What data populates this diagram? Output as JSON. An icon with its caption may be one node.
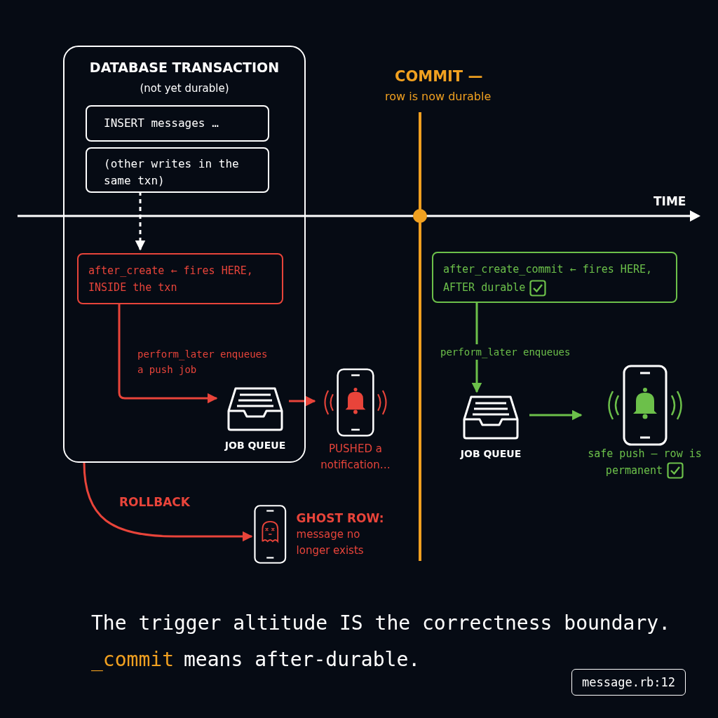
{
  "diagram": {
    "nodes": [
      {
        "text": [
          "DATABASE TRANSACTION",
          "(not yet durable)"
        ]
      },
      {
        "text": [
          "INSERT messages …"
        ],
        "in": 0
      },
      {
        "text": [
          "(other writes in the same txn)"
        ],
        "in": 0
      },
      {
        "text": [
          "after_create ← fires HERE, INSIDE the txn"
        ],
        "in": 0
      },
      {
        "text": [
          "JOB QUEUE"
        ],
        "in": 0
      },
      {
        "text": [
          "PUSHED a notification…"
        ]
      },
      {
        "text": [
          "GHOST ROW:",
          "message no longer exists"
        ]
      },
      {
        "text": [
          "after_create_commit ← fires HERE, AFTER durable"
        ]
      },
      {
        "text": [
          "JOB QUEUE"
        ]
      },
      {
        "text": [
          "safe push — row is permanent"
        ]
      }
    ],
    "edges": [
      {
        "from": 2,
        "to": 3,
        "arrow": "to",
        "style": "dashed",
        "color": "#ffffff"
      },
      {
        "from": 3,
        "to": 4,
        "arrow": "to",
        "label": "perform_later enqueues a push job",
        "color": "#e8443a"
      },
      {
        "from": 4,
        "to": 5,
        "arrow": "to",
        "color": "#e8443a"
      },
      {
        "from": 0,
        "to": 6,
        "arrow": "to",
        "label": "ROLLBACK",
        "color": "#e8443a"
      },
      {
        "from": 7,
        "to": 8,
        "arrow": "to",
        "label": "perform_later enqueues",
        "color": "#6cc04a"
      },
      {
        "from": 8,
        "to": 9,
        "arrow": "to",
        "color": "#6cc04a"
      }
    ],
    "labels": [
      "COMMIT —",
      "row is now durable",
      "TIME",
      "The trigger altitude IS the correctness boundary.",
      "_commit",
      "means after-durable.",
      "message.rb:12"
    ]
  }
}
